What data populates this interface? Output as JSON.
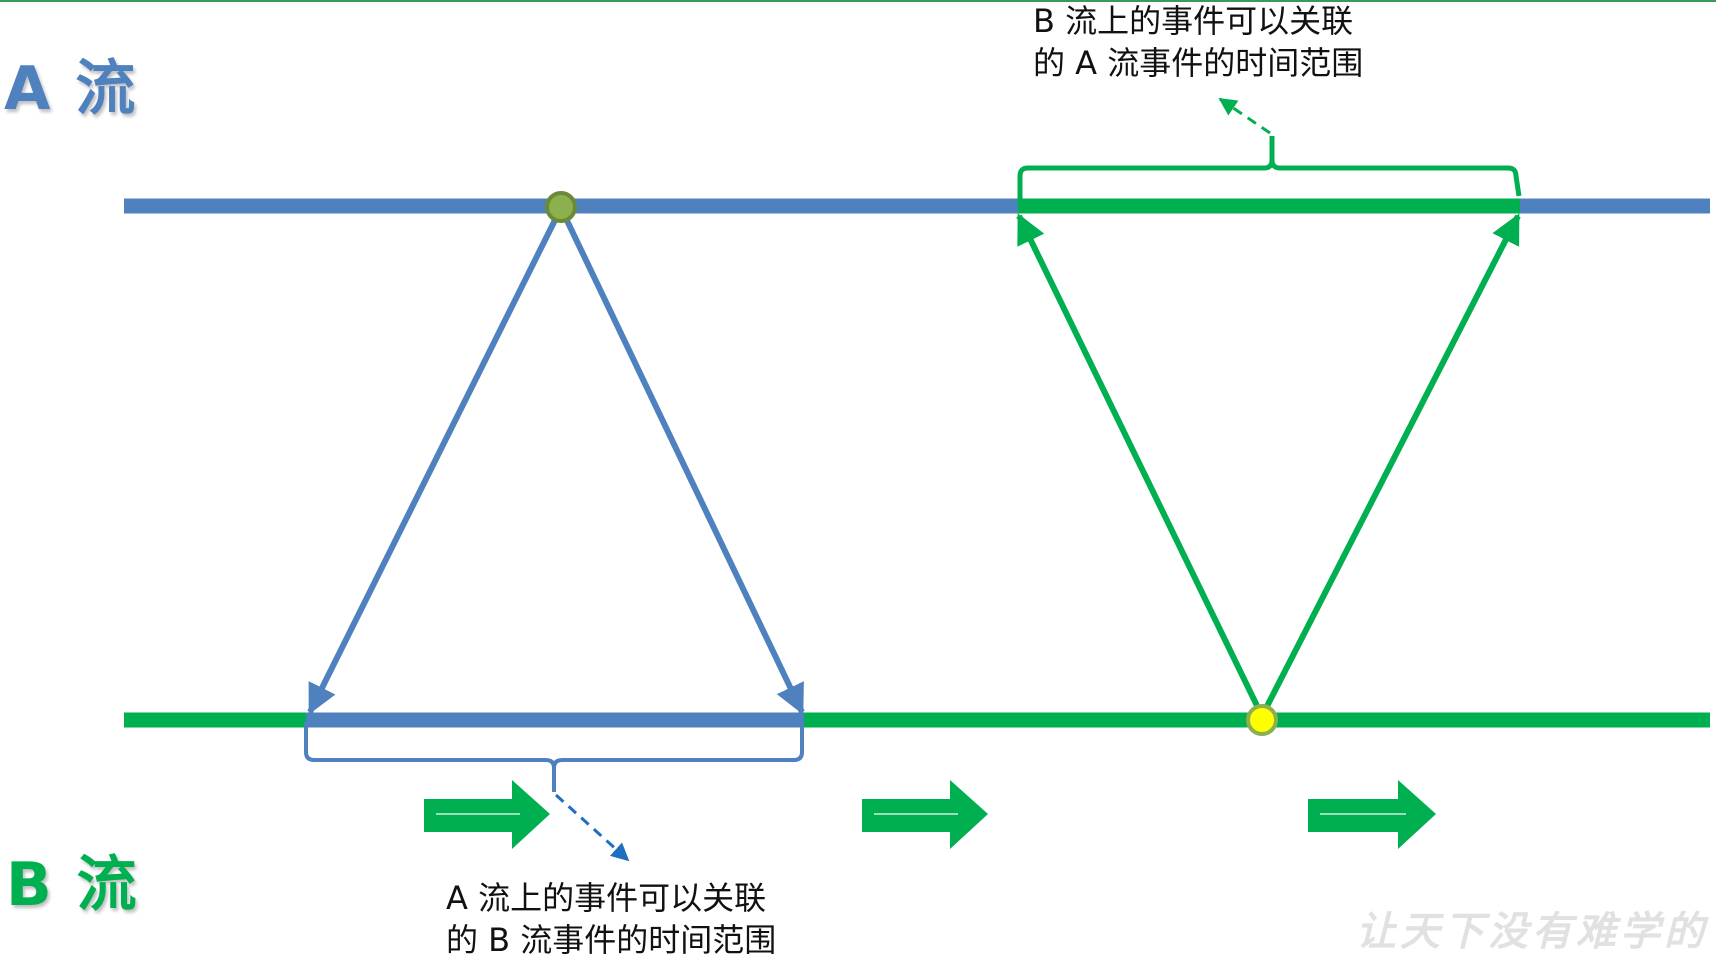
{
  "labels": {
    "stream_a": "A 流",
    "stream_b": "B 流"
  },
  "annotations": {
    "top": {
      "line1": "B 流上的事件可以关联",
      "line2": "的 A 流事件的时间范围"
    },
    "bottom": {
      "line1": "A 流上的事件可以关联",
      "line2": "的 B 流事件的时间范围"
    }
  },
  "watermark": "让天下没有难学的",
  "colors": {
    "stream_a": "#4e81bd",
    "stream_b": "#00b050",
    "event_a_point": "#8db04f",
    "event_b_point": "#ffff00",
    "text": "#111111",
    "watermark": "#e1e1e1"
  }
}
